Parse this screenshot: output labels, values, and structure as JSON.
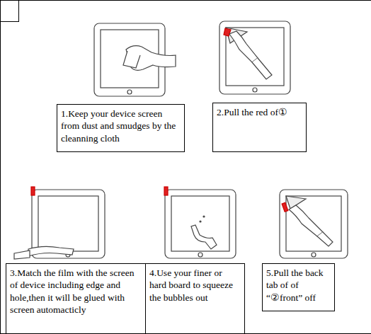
{
  "diagram": {
    "nodes": [
      {
        "text": [
          "1.Keep your device screen from dust and smudges by the cleanning cloth"
        ]
      },
      {
        "text": [
          "2.Pull the red of①"
        ]
      },
      {
        "text": [
          "3.Match the film with the screen of device including edge and hole,then it will be glued with screen automacticly"
        ]
      },
      {
        "text": [
          "4.Use your finer or hard board to squeeze the bubbles out"
        ]
      },
      {
        "text": [
          "5.Pull the back tab of of “②front” off"
        ]
      }
    ]
  }
}
